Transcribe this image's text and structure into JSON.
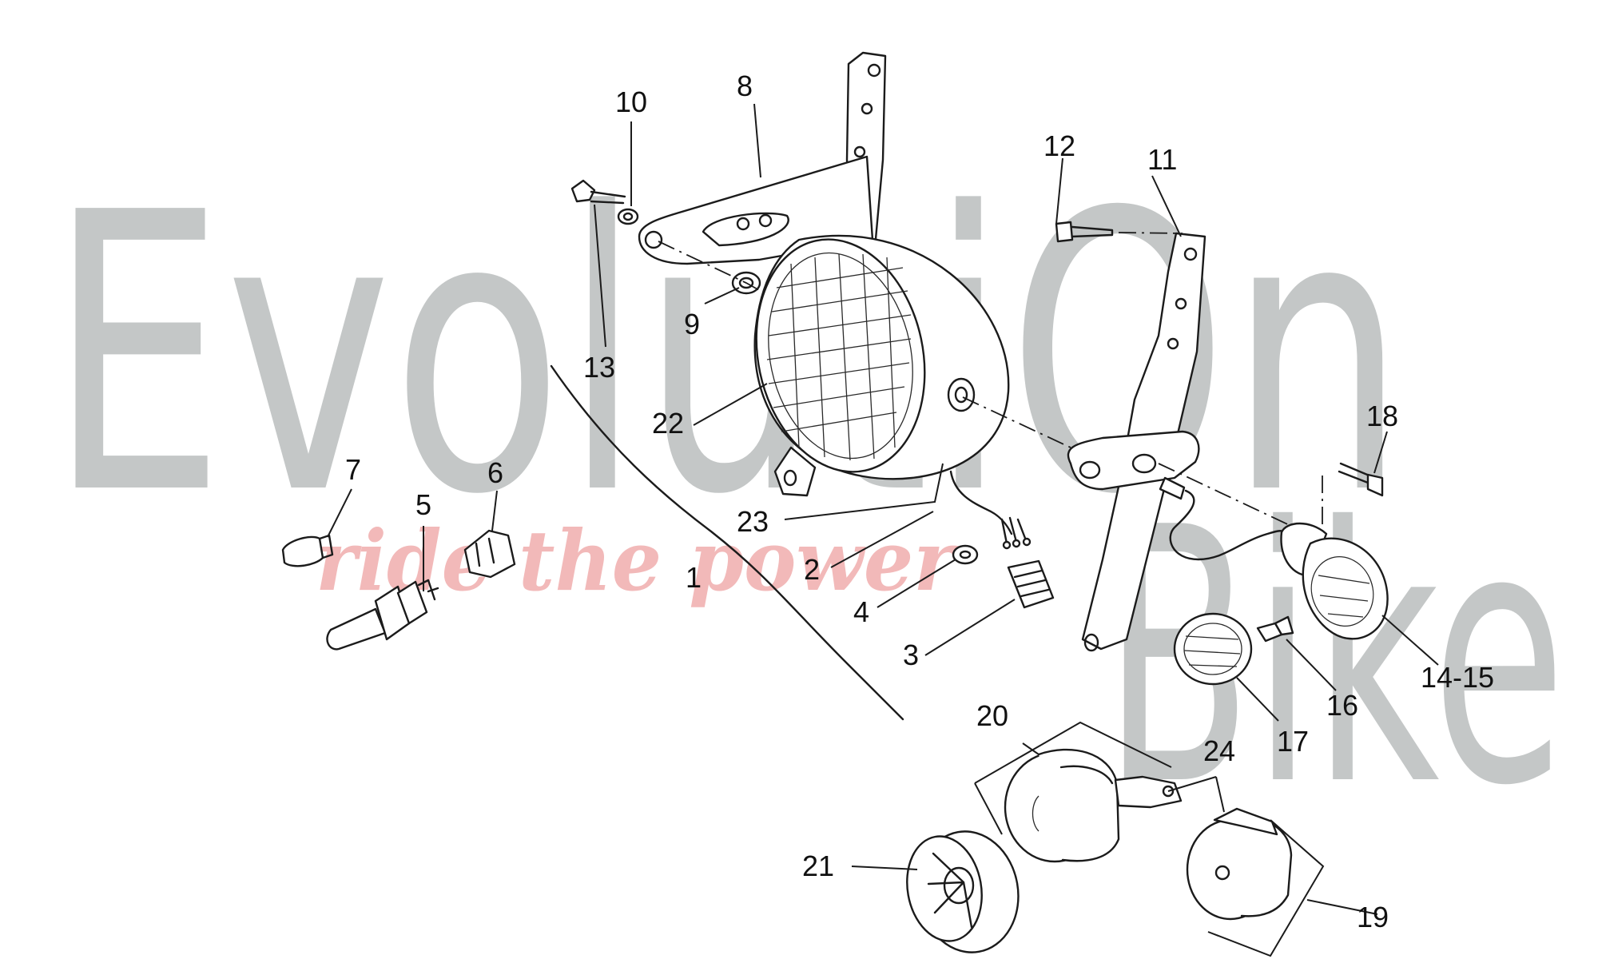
{
  "watermark": {
    "brand_big": "EvolutiOn",
    "brand_second": "Bike",
    "tagline": "ride the power",
    "color": "#c4c7c7",
    "tagline_color": "#f2b9b9"
  },
  "callouts": {
    "c1": "1",
    "c2": "2",
    "c3": "3",
    "c4": "4",
    "c5": "5",
    "c6": "6",
    "c7": "7",
    "c8": "8",
    "c9": "9",
    "c10": "10",
    "c11": "11",
    "c12": "12",
    "c13": "13",
    "c14_15": "14-15",
    "c16": "16",
    "c17": "17",
    "c18": "18",
    "c19": "19",
    "c20": "20",
    "c21": "21",
    "c22": "22",
    "c23": "23",
    "c24": "24"
  }
}
